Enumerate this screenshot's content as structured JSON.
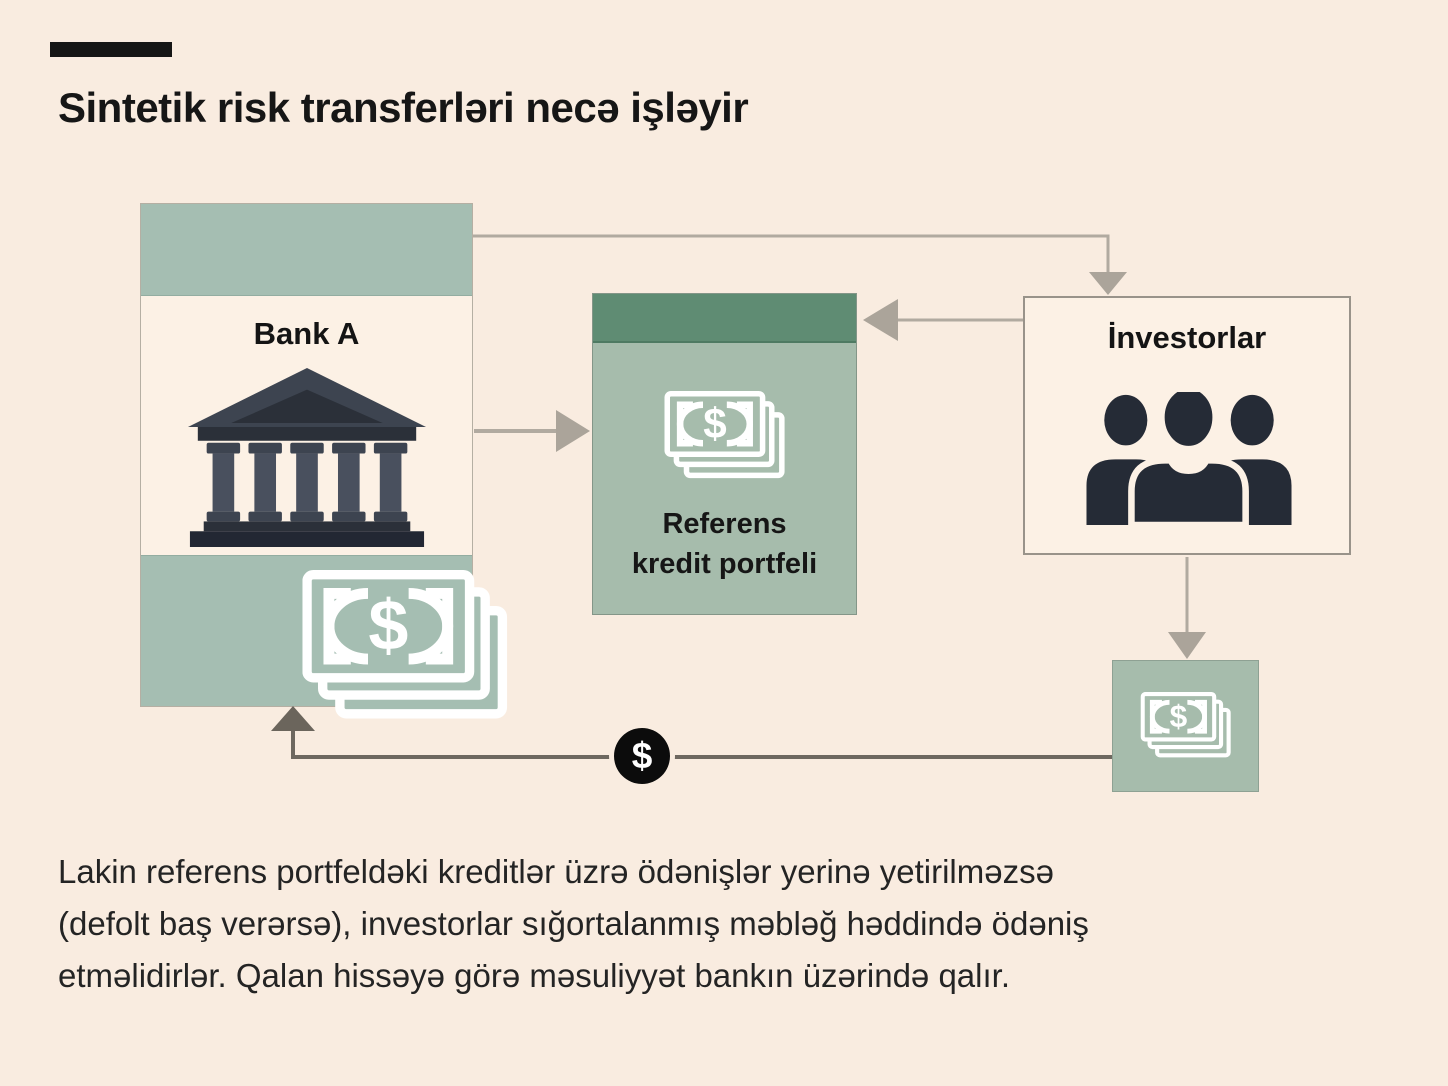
{
  "title": "Sintetik risk transferləri necə işləyir",
  "diagram": {
    "bank_box": {
      "label": "Bank A",
      "icon": "bank-building-icon"
    },
    "portfolio_box": {
      "label_line1": "Referens",
      "label_line2": "kredit portfeli",
      "icon": "banknotes-icon"
    },
    "investors_box": {
      "label": "İnvestorlar",
      "icon": "people-group-icon"
    },
    "payout_box": {
      "icon": "banknotes-icon"
    },
    "flow": {
      "dollar_badge": "$",
      "banknote_glyph": "$"
    }
  },
  "footer": {
    "line1": "Lakin referens portfeldəki kreditlər üzrə ödənişlər yerinə yetirilməzsə",
    "line2": "(defolt baş verərsə), investorlar sığortalanmış məbləğ həddində ödəniş",
    "line3": "etməlidirlər. Qalan hissəyə görə məsuliyyət bankın üzərində qalır."
  },
  "colors": {
    "background": "#f9ece0",
    "panel_cream": "#fcf1e5",
    "sage_green": "#a6bcac",
    "bank_band_green": "#a5beb2",
    "dark_green_header": "#5f8c73",
    "arrow_gray": "#b1aaa0",
    "arrow_dark": "#6e6860",
    "icon_dark": "#2b3039",
    "text": "#1c1c1c"
  }
}
